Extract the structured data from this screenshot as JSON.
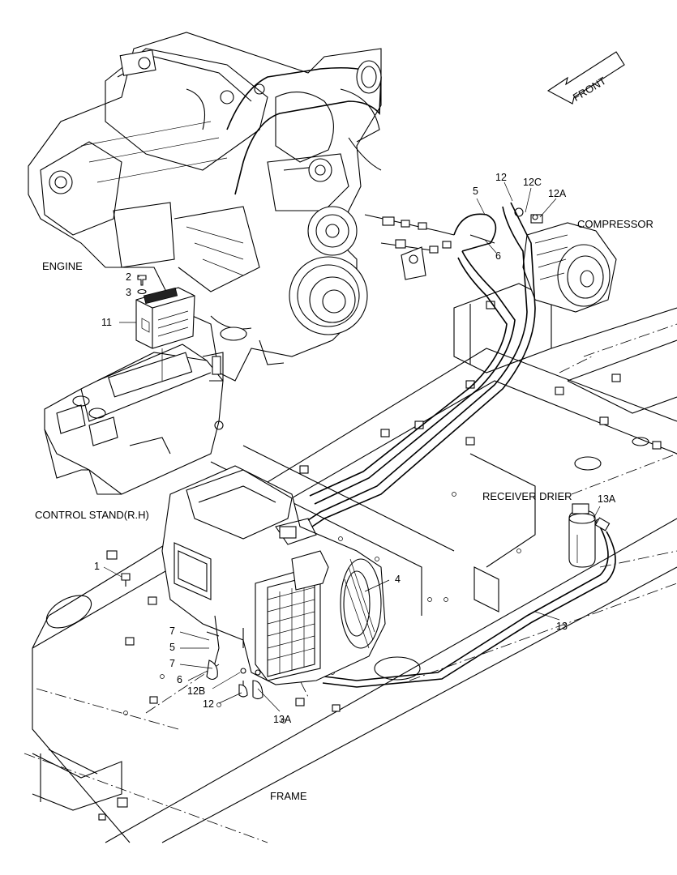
{
  "direction_arrow": {
    "text": "FRONT"
  },
  "assemblies": {
    "engine": "ENGINE",
    "compressor": "COMPRESSOR",
    "control_stand": "CONTROL STAND(R.H)",
    "receiver_drier": "RECEIVER DRIER",
    "frame": "FRAME"
  },
  "callouts": {
    "c12_top": "12",
    "c12c": "12C",
    "c12a": "12A",
    "c5_top": "5",
    "c6_top": "6",
    "c2": "2",
    "c3": "3",
    "c11": "11",
    "c13a_right": "13A",
    "c4": "4",
    "c1": "1",
    "c13": "13",
    "c7_a": "7",
    "c5_bot": "5",
    "c7_b": "7",
    "c6_bot": "6",
    "c12b": "12B",
    "c12_bot": "12",
    "c13a_bot": "13A"
  }
}
